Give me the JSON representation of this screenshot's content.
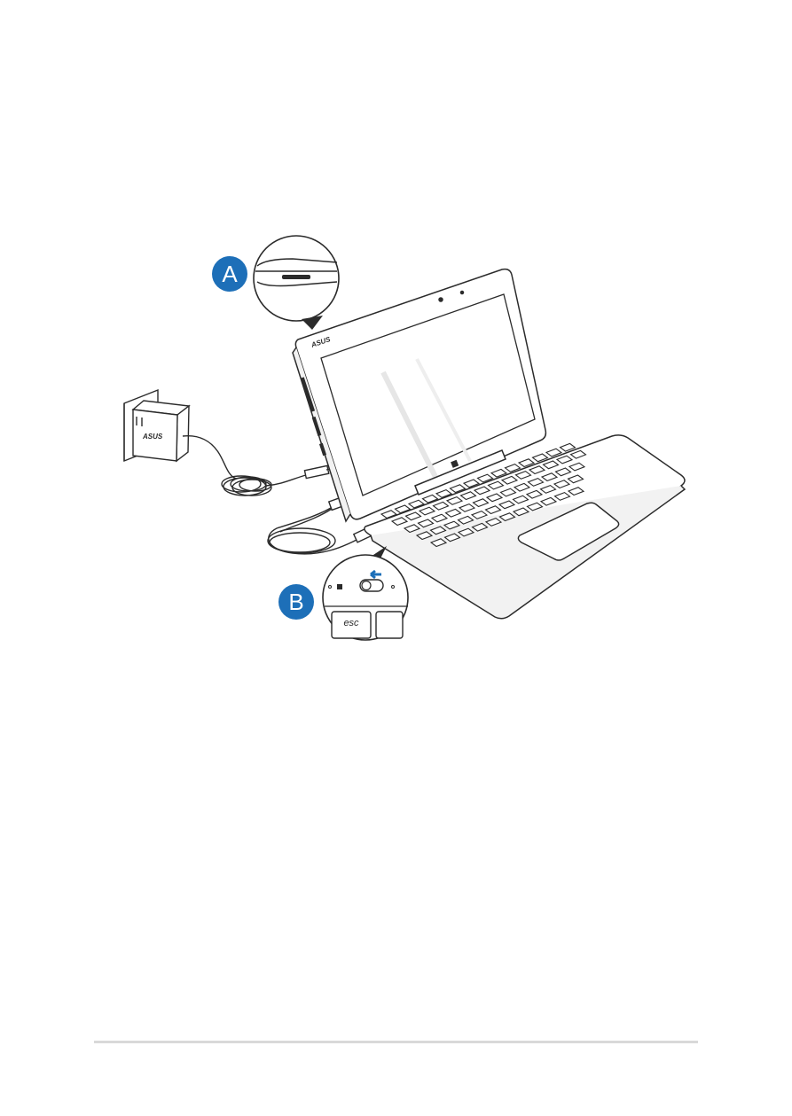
{
  "figure": {
    "callout_a": {
      "label": "A"
    },
    "callout_b": {
      "label": "B"
    },
    "brand_text": "ASUS",
    "key_esc": "esc",
    "colors": {
      "callout_blue": "#1d6fb8",
      "line": "#2b2b2b",
      "footer_rule": "#d9d9d9"
    }
  }
}
